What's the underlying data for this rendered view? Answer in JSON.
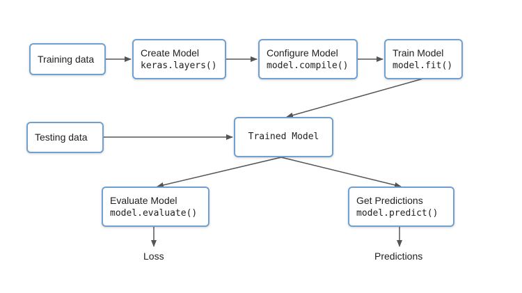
{
  "nodes": {
    "training_data": {
      "label": "Training data"
    },
    "create_model": {
      "label": "Create Model",
      "code": "keras.layers()"
    },
    "configure_model": {
      "label": "Configure Model",
      "code": "model.compile()"
    },
    "train_model": {
      "label": "Train Model",
      "code": "model.fit()"
    },
    "testing_data": {
      "label": "Testing data"
    },
    "trained_model": {
      "code": "Trained Model"
    },
    "evaluate_model": {
      "label": "Evaluate Model",
      "code": "model.evaluate()"
    },
    "get_predictions": {
      "label": "Get Predictions",
      "code": "model.predict()"
    }
  },
  "outputs": {
    "loss": "Loss",
    "predictions": "Predictions"
  },
  "colors": {
    "node_border": "#6fa0cf",
    "edge": "#555555",
    "text": "#202020"
  }
}
